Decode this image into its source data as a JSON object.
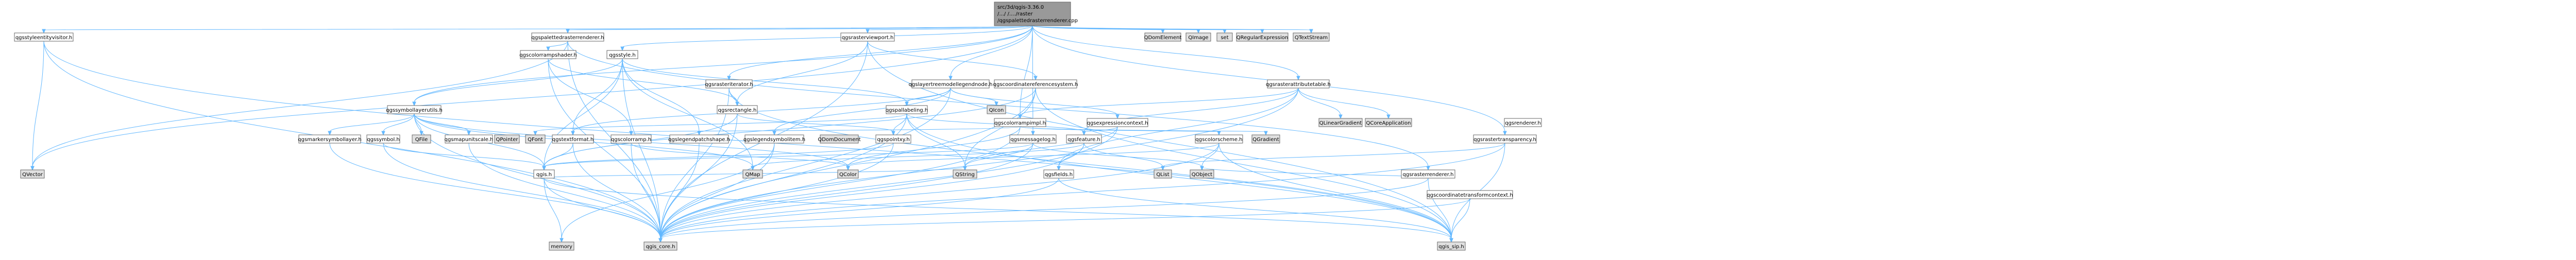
{
  "root": {
    "lines": [
      "src/3d/qgis-3.36.0",
      "/.../ /..../raster",
      "/qgspalettedrasterrenderer.cpp"
    ]
  },
  "colors": {
    "internal_fill": "#ffffff",
    "include_dir_fill": "#ffffff",
    "external_fill": "#e0e0e0",
    "root_fill": "#999999",
    "edge": "#63b8ff",
    "red_border": "#ff0000",
    "grey_border": "#999999"
  },
  "nodes": [
    {
      "id": "qgsstyleentityvisitor",
      "label": "qgsstyleentityvisitor.h",
      "kind": "internal"
    },
    {
      "id": "qgspalettedrasterrenderer_h",
      "label": "qgspalettedrasterrenderer.h",
      "kind": "internal"
    },
    {
      "id": "qgsrasterviewport",
      "label": "qgsrasterviewport.h",
      "kind": "internal"
    },
    {
      "id": "qdomelement",
      "label": "QDomElement",
      "kind": "external"
    },
    {
      "id": "qimage",
      "label": "QImage",
      "kind": "external"
    },
    {
      "id": "set",
      "label": "set",
      "kind": "external"
    },
    {
      "id": "qregularexpression",
      "label": "QRegularExpression",
      "kind": "external"
    },
    {
      "id": "qtextstream",
      "label": "QTextStream",
      "kind": "external"
    },
    {
      "id": "qgscolorrampshader",
      "label": "qgscolorrampshader.h",
      "kind": "internal-red"
    },
    {
      "id": "qgsstyle",
      "label": "qgsstyle.h",
      "kind": "internal-red"
    },
    {
      "id": "qgsrasteriterator",
      "label": "qgsrasteriterator.h",
      "kind": "internal"
    },
    {
      "id": "qgslayertreemodellegendnode",
      "label": "qgslayertreemodellegendnode.h",
      "kind": "internal"
    },
    {
      "id": "qgscoordinatereferencesystem",
      "label": "qgscoordinatereferencesystem.h",
      "kind": "internal-red"
    },
    {
      "id": "qgsrasterattributetable",
      "label": "qgsrasterattributetable.h",
      "kind": "internal"
    },
    {
      "id": "qgssymbollayerutils",
      "label": "qgssymbollayerutils.h",
      "kind": "internal"
    },
    {
      "id": "qgsrectangle",
      "label": "qgsrectangle.h",
      "kind": "internal-red"
    },
    {
      "id": "qgspallabeling",
      "label": "qgspallabeling.h",
      "kind": "internal-red"
    },
    {
      "id": "qicon",
      "label": "QIcon",
      "kind": "external"
    },
    {
      "id": "qgscolorrampimpl",
      "label": "qgscolorrampimpl.h",
      "kind": "internal"
    },
    {
      "id": "qgsexpressioncontext",
      "label": "qgsexpressioncontext.h",
      "kind": "internal-red"
    },
    {
      "id": "qlineargradient",
      "label": "QLinearGradient",
      "kind": "external"
    },
    {
      "id": "qcoreapplication",
      "label": "QCoreApplication",
      "kind": "external"
    },
    {
      "id": "qgsrenderer",
      "label": "qgsrenderer.h",
      "kind": "internal-red"
    },
    {
      "id": "qgsmarkersymbollayer",
      "label": "qgsmarkersymbollayer.h",
      "kind": "internal-red"
    },
    {
      "id": "qgssymbol",
      "label": "qgssymbol.h",
      "kind": "internal-red"
    },
    {
      "id": "qfile",
      "label": "QFile",
      "kind": "external"
    },
    {
      "id": "qgsmapunitscale",
      "label": "qgsmapunitscale.h",
      "kind": "internal"
    },
    {
      "id": "qpointer",
      "label": "QPointer",
      "kind": "external"
    },
    {
      "id": "qfont",
      "label": "QFont",
      "kind": "external"
    },
    {
      "id": "qgstextformat",
      "label": "qgstextformat.h",
      "kind": "internal-red"
    },
    {
      "id": "qgscolorramp",
      "label": "qgscolorramp.h",
      "kind": "internal"
    },
    {
      "id": "qgslegendpatchshape",
      "label": "qgslegendpatchshape.h",
      "kind": "internal-red"
    },
    {
      "id": "qgslegendsymbolitem",
      "label": "qgslegendsymbolitem.h",
      "kind": "internal"
    },
    {
      "id": "qdomdocument",
      "label": "QDomDocument",
      "kind": "external"
    },
    {
      "id": "qgspointxy",
      "label": "qgspointxy.h",
      "kind": "internal-red"
    },
    {
      "id": "qgsmessagelog",
      "label": "qgsmessagelog.h",
      "kind": "internal"
    },
    {
      "id": "qgsfeature",
      "label": "qgsfeature.h",
      "kind": "internal-red"
    },
    {
      "id": "qgscolorscheme",
      "label": "qgscolorscheme.h",
      "kind": "internal-red"
    },
    {
      "id": "qgradient",
      "label": "QGradient",
      "kind": "external"
    },
    {
      "id": "qgsrastertransparency",
      "label": "qgsrastertransparency.h",
      "kind": "internal"
    },
    {
      "id": "qvector",
      "label": "QVector",
      "kind": "external"
    },
    {
      "id": "qgis",
      "label": "qgis.h",
      "kind": "internal-red"
    },
    {
      "id": "qmap",
      "label": "QMap",
      "kind": "external"
    },
    {
      "id": "qcolor",
      "label": "QColor",
      "kind": "external"
    },
    {
      "id": "qstring",
      "label": "QString",
      "kind": "external"
    },
    {
      "id": "qgsfields",
      "label": "qgsfields.h",
      "kind": "internal-red"
    },
    {
      "id": "qlist",
      "label": "QList",
      "kind": "external"
    },
    {
      "id": "qobject",
      "label": "QObject",
      "kind": "external"
    },
    {
      "id": "qgsrasterrenderer",
      "label": "qgsrasterrenderer.h",
      "kind": "internal-red"
    },
    {
      "id": "qgscoordinatetransformcontext",
      "label": "qgscoordinatetransformcontext.h",
      "kind": "internal-red"
    },
    {
      "id": "memory",
      "label": "memory",
      "kind": "external"
    },
    {
      "id": "qgis_core",
      "label": "qgis_core.h",
      "kind": "external"
    },
    {
      "id": "qgis_sip",
      "label": "qgis_sip.h",
      "kind": "external"
    }
  ],
  "edges": [
    [
      "root",
      "qgsstyleentityvisitor"
    ],
    [
      "root",
      "qgspalettedrasterrenderer_h"
    ],
    [
      "root",
      "qgsrasterviewport"
    ],
    [
      "root",
      "qdomelement"
    ],
    [
      "root",
      "qimage"
    ],
    [
      "root",
      "set"
    ],
    [
      "root",
      "qregularexpression"
    ],
    [
      "root",
      "qtextstream"
    ],
    [
      "root",
      "qgsstyle"
    ],
    [
      "root",
      "qgsrasteriterator"
    ],
    [
      "root",
      "qgslayertreemodellegendnode"
    ],
    [
      "root",
      "qgsrasterattributetable"
    ],
    [
      "root",
      "qgscolorrampimpl"
    ],
    [
      "root",
      "qgsmessagelog"
    ],
    [
      "root",
      "qgssymbollayerutils"
    ],
    [
      "root",
      "qvector"
    ],
    [
      "root",
      "qgsrastertransparency"
    ],
    [
      "qgsstyleentityvisitor",
      "qgis_core"
    ],
    [
      "qgsstyleentityvisitor",
      "qgis_sip"
    ],
    [
      "qgsstyleentityvisitor",
      "qvector"
    ],
    [
      "qgspalettedrasterrenderer_h",
      "qgscolorrampshader"
    ],
    [
      "qgspalettedrasterrenderer_h",
      "qgis_core"
    ],
    [
      "qgspalettedrasterrenderer_h",
      "qgsrasterrenderer"
    ],
    [
      "qgspalettedrasterrenderer_h",
      "qvector"
    ],
    [
      "qgsrasterviewport",
      "qgscoordinatereferencesystem"
    ],
    [
      "qgsrasterviewport",
      "qgsrectangle"
    ],
    [
      "qgsrasterviewport",
      "qgis_core"
    ],
    [
      "qgsrasterviewport",
      "qgis_sip"
    ],
    [
      "qgscolorrampshader",
      "qgis_core"
    ],
    [
      "qgscolorrampshader",
      "qgscolorramp"
    ],
    [
      "qgscolorrampshader",
      "qgsrectangle"
    ],
    [
      "qgsstyle",
      "qgssymbollayerutils"
    ],
    [
      "qgsstyle",
      "qgstextformat"
    ],
    [
      "qgsstyle",
      "qgspallabeling"
    ],
    [
      "qgsstyle",
      "qgslegendpatchshape"
    ],
    [
      "qgsstyle",
      "qgis_core"
    ],
    [
      "qgsstyle",
      "qgis"
    ],
    [
      "qgsstyle",
      "qmap"
    ],
    [
      "qgsrasteriterator",
      "qgsrectangle"
    ],
    [
      "qgsrasteriterator",
      "qgis_core"
    ],
    [
      "qgsrasteriterator",
      "qgis_sip"
    ],
    [
      "qgslayertreemodellegendnode",
      "qicon"
    ],
    [
      "qgslayertreemodellegendnode",
      "qgslegendsymbolitem"
    ],
    [
      "qgslayertreemodellegendnode",
      "qgstextformat"
    ],
    [
      "qgslayertreemodellegendnode",
      "qgsexpressioncontext"
    ],
    [
      "qgslayertreemodellegendnode",
      "qgspallabeling"
    ],
    [
      "qgslayertreemodellegendnode",
      "qgis_core"
    ],
    [
      "qgscoordinatereferencesystem",
      "qgis_core"
    ],
    [
      "qgscoordinatereferencesystem",
      "qgis_sip"
    ],
    [
      "qgscoordinatereferencesystem",
      "qgis"
    ],
    [
      "qgscoordinatereferencesystem",
      "qstring"
    ],
    [
      "qgsrasterattributetable",
      "qgscolorrampimpl"
    ],
    [
      "qgsrasterattributetable",
      "qgsfeature"
    ],
    [
      "qgsrasterattributetable",
      "qgsfields"
    ],
    [
      "qgsrasterattributetable",
      "qlineargradient"
    ],
    [
      "qgsrasterattributetable",
      "qcoreapplication"
    ],
    [
      "qgsrasterattributetable",
      "qgis_core"
    ],
    [
      "qgssymbollayerutils",
      "qgis_core"
    ],
    [
      "qgssymbollayerutils",
      "qgis"
    ],
    [
      "qgssymbollayerutils",
      "qfile"
    ],
    [
      "qgssymbollayerutils",
      "qgsmapunitscale"
    ],
    [
      "qgssymbollayerutils",
      "qgssymbol"
    ],
    [
      "qgssymbollayerutils",
      "qgsmarkersymbollayer"
    ],
    [
      "qgssymbollayerutils",
      "qmap"
    ],
    [
      "qgssymbollayerutils",
      "qcolor"
    ],
    [
      "qgsrectangle",
      "qgis_core"
    ],
    [
      "qgsrectangle",
      "qgis"
    ],
    [
      "qgsrectangle",
      "qgspointxy"
    ],
    [
      "qgspallabeling",
      "qgis_core"
    ],
    [
      "qgspallabeling",
      "qgis_sip"
    ],
    [
      "qgspallabeling",
      "qstring"
    ],
    [
      "qgspallabeling",
      "qfont"
    ],
    [
      "qgspallabeling",
      "qgsfeature"
    ],
    [
      "qgspallabeling",
      "qgspointxy"
    ],
    [
      "qgscolorrampimpl",
      "qgis_core"
    ],
    [
      "qgscolorrampimpl",
      "qgscolorramp"
    ],
    [
      "qgscolorrampimpl",
      "qgscolorscheme"
    ],
    [
      "qgscolorrampimpl",
      "qgradient"
    ],
    [
      "qgscolorrampimpl",
      "qcolor"
    ],
    [
      "qgsexpressioncontext",
      "qgis_core"
    ],
    [
      "qgsexpressioncontext",
      "qgsfeature"
    ],
    [
      "qgsexpressioncontext",
      "qstring"
    ],
    [
      "qgsmessagelog",
      "qgis_core"
    ],
    [
      "qgsmessagelog",
      "qgis"
    ],
    [
      "qgsmessagelog",
      "qstring"
    ],
    [
      "qgsmessagelog",
      "qobject"
    ],
    [
      "qgsfeature",
      "qgis_core"
    ],
    [
      "qgsfeature",
      "qgsfields"
    ],
    [
      "qgsfeature",
      "qlist"
    ],
    [
      "qgsfeature",
      "qmap"
    ],
    [
      "qgscolorscheme",
      "qgis_core"
    ],
    [
      "qgscolorscheme",
      "qgis_sip"
    ],
    [
      "qgscolorscheme",
      "qcolor"
    ],
    [
      "qgscolorscheme",
      "qobject"
    ],
    [
      "qgsrastertransparency",
      "qgis_core"
    ],
    [
      "qgsrastertransparency",
      "qgis_sip"
    ],
    [
      "qgsrastertransparency",
      "qlist"
    ],
    [
      "qgis",
      "qgis_core"
    ],
    [
      "qgis",
      "qgis_sip"
    ],
    [
      "qgis",
      "memory"
    ],
    [
      "qgis",
      "qstring"
    ],
    [
      "qgsfields",
      "qgis_core"
    ],
    [
      "qgsfields",
      "qgis_sip"
    ],
    [
      "qgsrasterrenderer",
      "qgis_core"
    ],
    [
      "qgsrasterrenderer",
      "qgis_sip"
    ],
    [
      "qgsrasterrenderer",
      "qobject"
    ],
    [
      "qgscoordinatetransformcontext",
      "qgis_core"
    ],
    [
      "qgscoordinatetransformcontext",
      "qgis_sip"
    ],
    [
      "qgsmarkersymbollayer",
      "qgis_core"
    ],
    [
      "qgssymbol",
      "qgis_core"
    ],
    [
      "qgssymbol",
      "qgis"
    ],
    [
      "qgsmapunitscale",
      "qgis_core"
    ],
    [
      "qgstextformat",
      "qgis_core"
    ],
    [
      "qgstextformat",
      "qgis"
    ],
    [
      "qgscolorramp",
      "qgis_core"
    ],
    [
      "qgscolorramp",
      "qcolor"
    ],
    [
      "qgslegendpatchshape",
      "qgis_core"
    ],
    [
      "qgslegendsymbolitem",
      "qgis_core"
    ],
    [
      "qgslegendsymbolitem",
      "memory"
    ],
    [
      "qgspointxy",
      "qgis_core"
    ],
    [
      "qgspointxy",
      "qgis"
    ]
  ]
}
